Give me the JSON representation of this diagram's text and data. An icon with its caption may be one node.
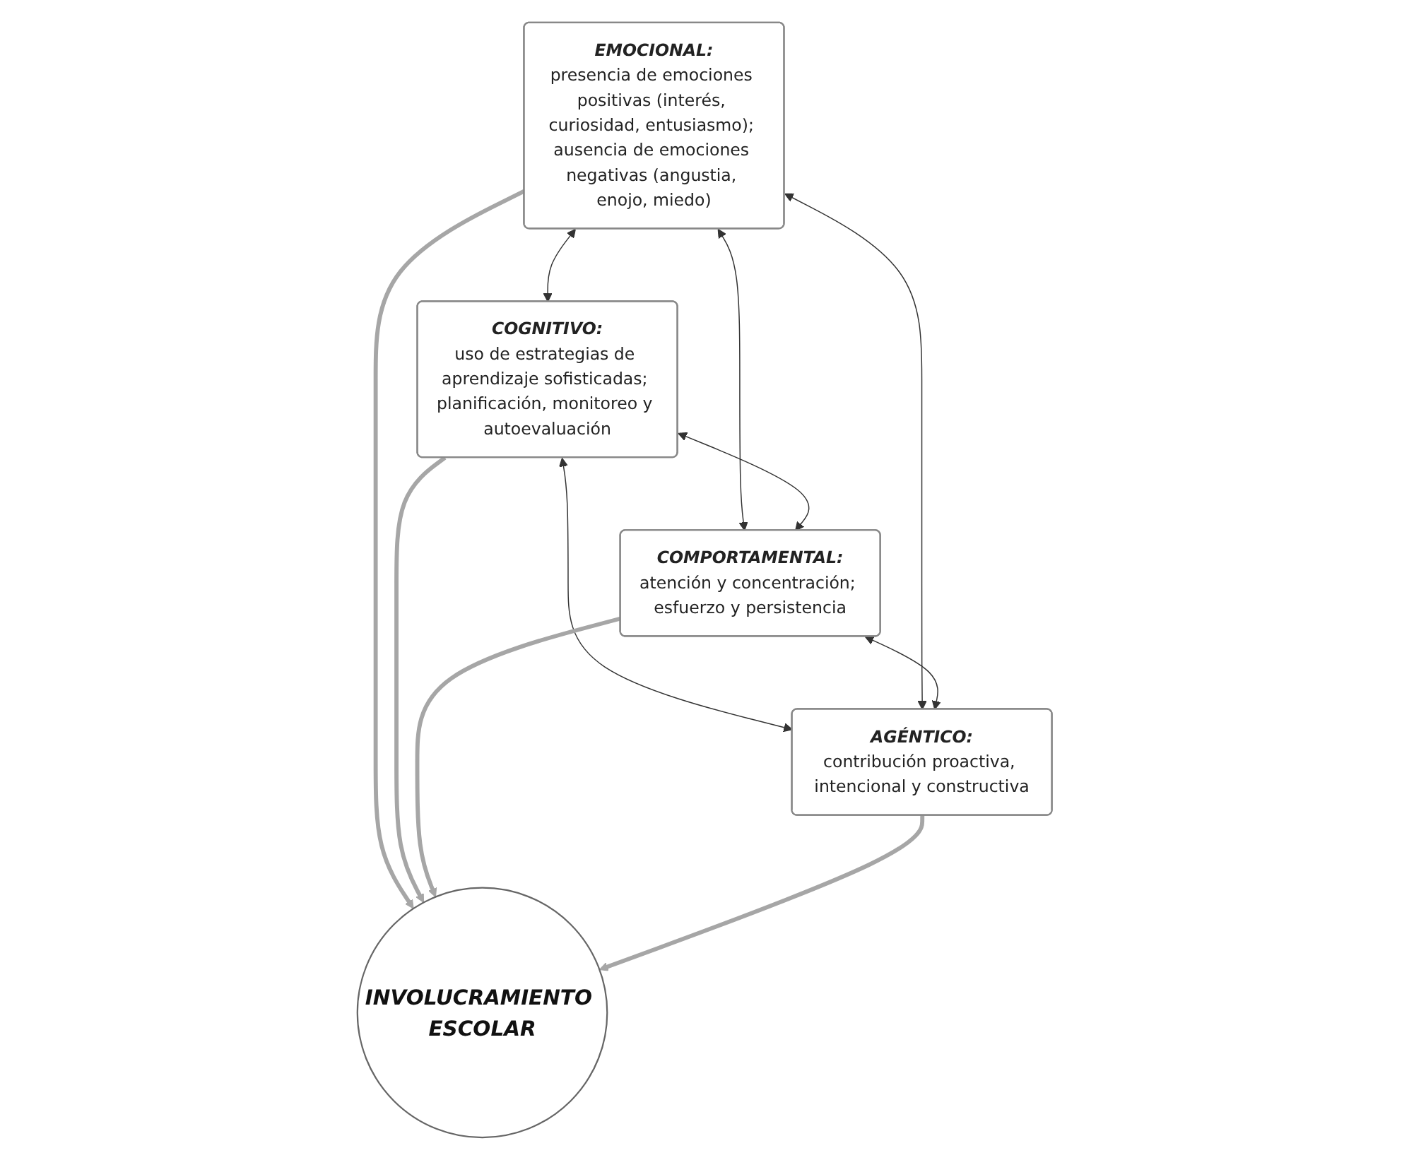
{
  "diagram": {
    "nodes": [
      {
        "text": [
          "EMOCIONAL:",
          "presencia de emociones positivas (interés, curiosidad, entusiasmo); ausencia de emociones negativas (angustia, enojo, miedo)"
        ]
      },
      {
        "text": [
          "COGNITIVO:",
          "uso de estrategias de aprendizaje sofisticadas; planificación, monitoreo y autoevaluación"
        ]
      },
      {
        "text": [
          "COMPORTAMENTAL:",
          "atención y concentración; esfuerzo y persistencia"
        ]
      },
      {
        "text": [
          "AGÉNTICO:",
          "contribución proactiva, intencional y constructiva"
        ]
      },
      {
        "text": [
          "INVOLUCRAMIENTO ESCOLAR"
        ]
      }
    ],
    "edges": [
      {
        "from": 0,
        "to": 1,
        "arrow": "both"
      },
      {
        "from": 0,
        "to": 2,
        "arrow": "both"
      },
      {
        "from": 1,
        "to": 3,
        "arrow": "both"
      },
      {
        "from": 1,
        "to": 2,
        "arrow": "both"
      },
      {
        "from": 0,
        "to": 3,
        "arrow": "both"
      },
      {
        "from": 2,
        "to": 3,
        "arrow": "both"
      },
      {
        "from": 0,
        "to": 4,
        "arrow": "to",
        "style": "thick",
        "color": "#a6a6a6"
      },
      {
        "from": 1,
        "to": 4,
        "arrow": "to",
        "style": "thick",
        "color": "#a6a6a6"
      },
      {
        "from": 2,
        "to": 4,
        "arrow": "to",
        "style": "thick",
        "color": "#a6a6a6"
      },
      {
        "from": 3,
        "to": 4,
        "arrow": "to",
        "style": "thick",
        "color": "#a6a6a6"
      }
    ]
  }
}
